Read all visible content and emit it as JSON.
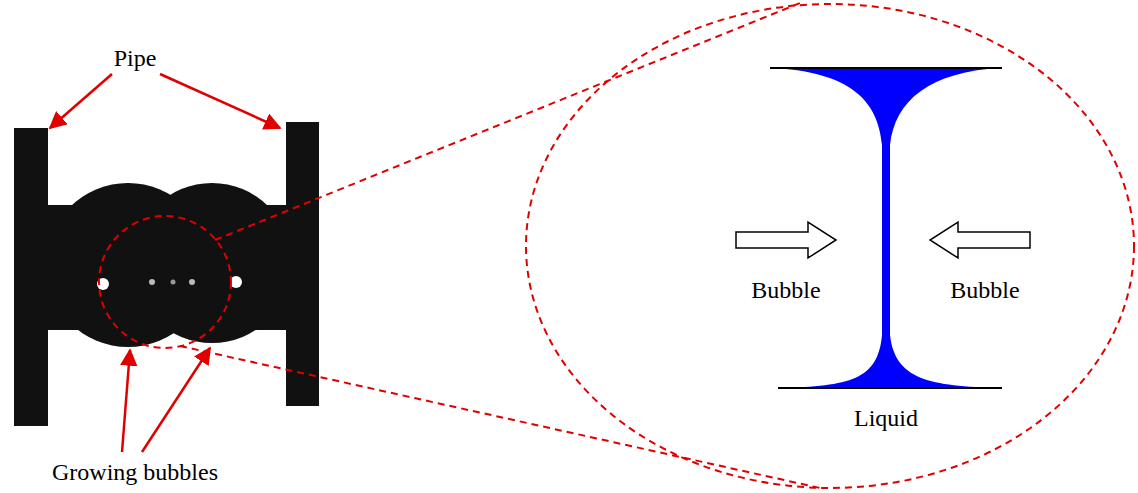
{
  "diagram": {
    "labels": [
      "Pipe",
      "Growing bubbles",
      "Bubble",
      "Bubble",
      "Liquid"
    ]
  }
}
